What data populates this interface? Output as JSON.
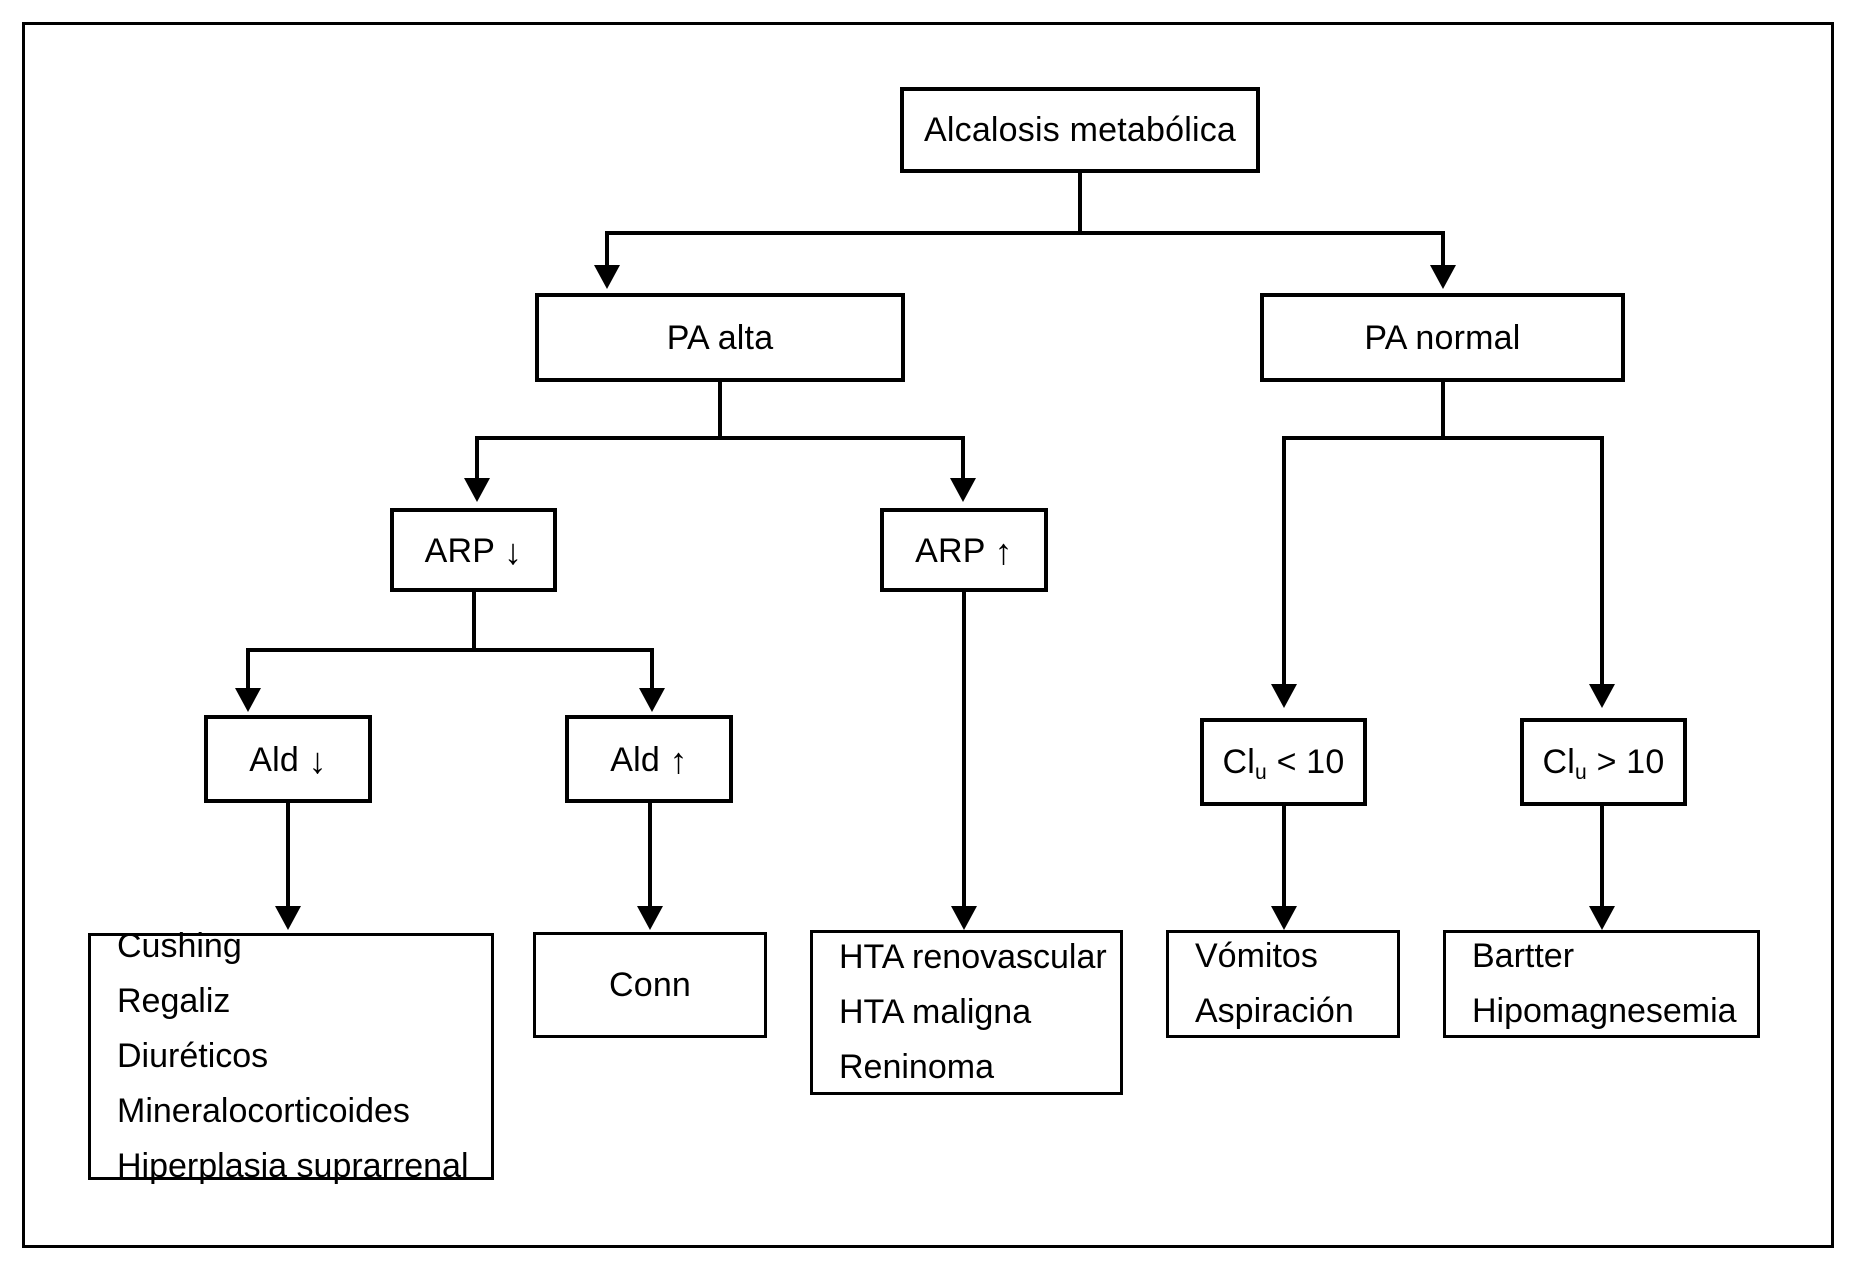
{
  "diagram": {
    "title": "Alcalosis metabólica - algoritmo diagnóstico",
    "root": {
      "label": "Alcalosis metabólica"
    },
    "level2": [
      {
        "id": "pa-alta",
        "label": "PA alta"
      },
      {
        "id": "pa-normal",
        "label": "PA normal"
      }
    ],
    "level3": [
      {
        "id": "arp-baja",
        "label": "ARP",
        "arrow": "↓"
      },
      {
        "id": "arp-alta",
        "label": "ARP",
        "arrow": "↑"
      }
    ],
    "level4": [
      {
        "id": "ald-baja",
        "label": "Ald",
        "arrow": "↓"
      },
      {
        "id": "ald-alta",
        "label": "Ald",
        "arrow": "↑"
      },
      {
        "id": "cl-menor",
        "label_pre": "Cl",
        "label_sub": "u",
        "label_post": " < 10"
      },
      {
        "id": "cl-mayor",
        "label_pre": "Cl",
        "label_sub": "u",
        "label_post": " > 10"
      }
    ],
    "outcomes": [
      {
        "id": "outcome-cushing",
        "items": [
          "Cushing",
          "Regaliz",
          "Diuréticos",
          "Mineralocorticoides",
          "Hiperplasia suprarrenal"
        ]
      },
      {
        "id": "outcome-conn",
        "items": [
          "Conn"
        ]
      },
      {
        "id": "outcome-hta",
        "items": [
          "HTA renovascular",
          "HTA maligna",
          "Reninoma"
        ]
      },
      {
        "id": "outcome-vomitos",
        "items": [
          "Vómitos",
          "Aspiración"
        ]
      },
      {
        "id": "outcome-bartter",
        "items": [
          "Bartter",
          "Hipomagnesemia"
        ]
      }
    ],
    "colors": {
      "stroke": "#000000",
      "background": "#ffffff",
      "text": "#000000"
    }
  }
}
